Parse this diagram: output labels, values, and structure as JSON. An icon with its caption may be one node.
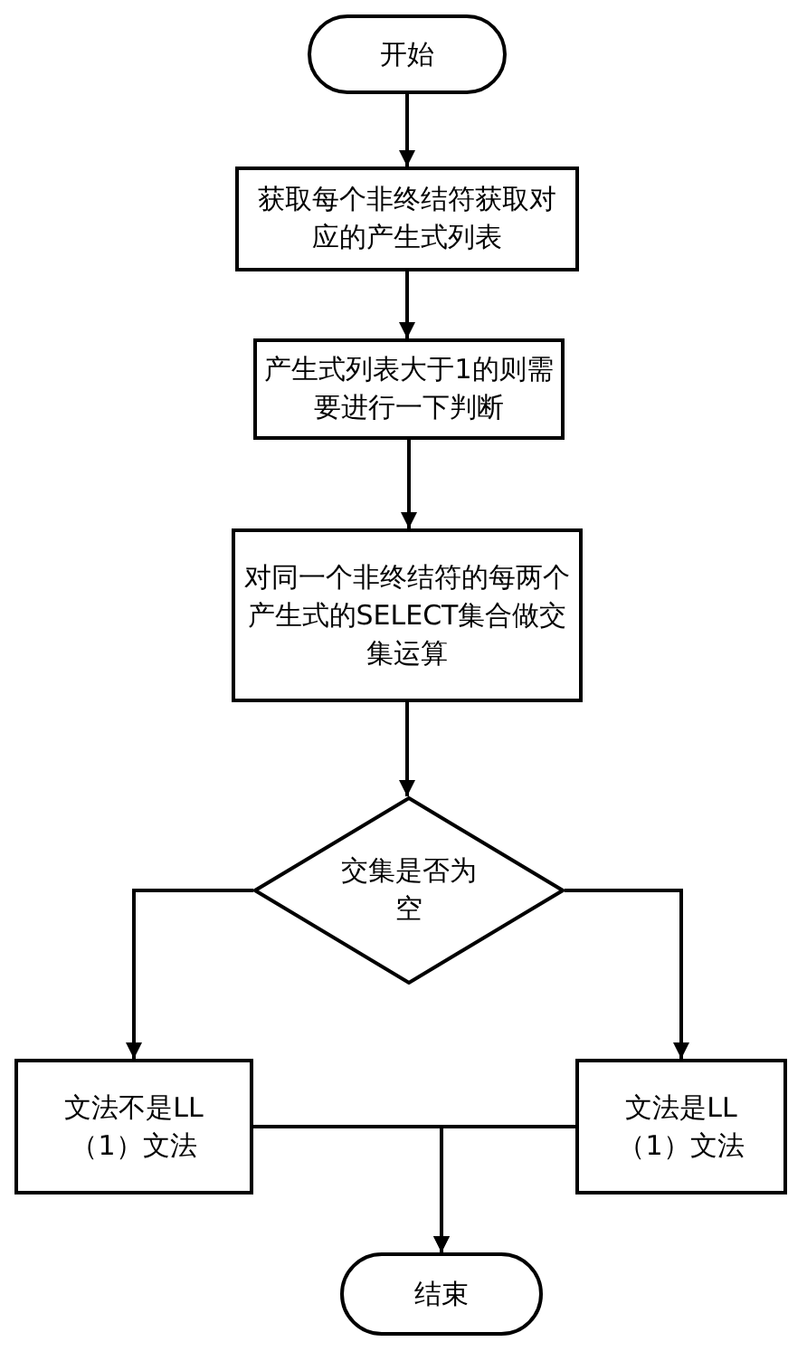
{
  "diagram": {
    "nodes": [
      {
        "text": [
          "开始"
        ]
      },
      {
        "text": [
          "获取每个非终结符获取对应的产生式列表"
        ]
      },
      {
        "text": [
          "产生式列表大于1的则需要进行一下判断"
        ]
      },
      {
        "text": [
          "对同一个非终结符的每两个产生式的SELECT集合做交集运算"
        ]
      },
      {
        "text": [
          "交集是否为空"
        ]
      },
      {
        "text": [
          "文法不是LL（1）文法"
        ]
      },
      {
        "text": [
          "文法是LL（1）文法"
        ]
      },
      {
        "text": [
          "结束"
        ]
      }
    ],
    "edges": [
      {
        "from": 0,
        "to": 1,
        "arrow": "to"
      },
      {
        "from": 1,
        "to": 2,
        "arrow": "to"
      },
      {
        "from": 2,
        "to": 3,
        "arrow": "to"
      },
      {
        "from": 3,
        "to": 4,
        "arrow": "to"
      },
      {
        "from": 4,
        "to": 5,
        "arrow": "to"
      },
      {
        "from": 4,
        "to": 6,
        "arrow": "to"
      },
      {
        "from": 5,
        "to": 7,
        "arrow": "to"
      },
      {
        "from": 6,
        "to": 7,
        "arrow": "to"
      }
    ]
  }
}
